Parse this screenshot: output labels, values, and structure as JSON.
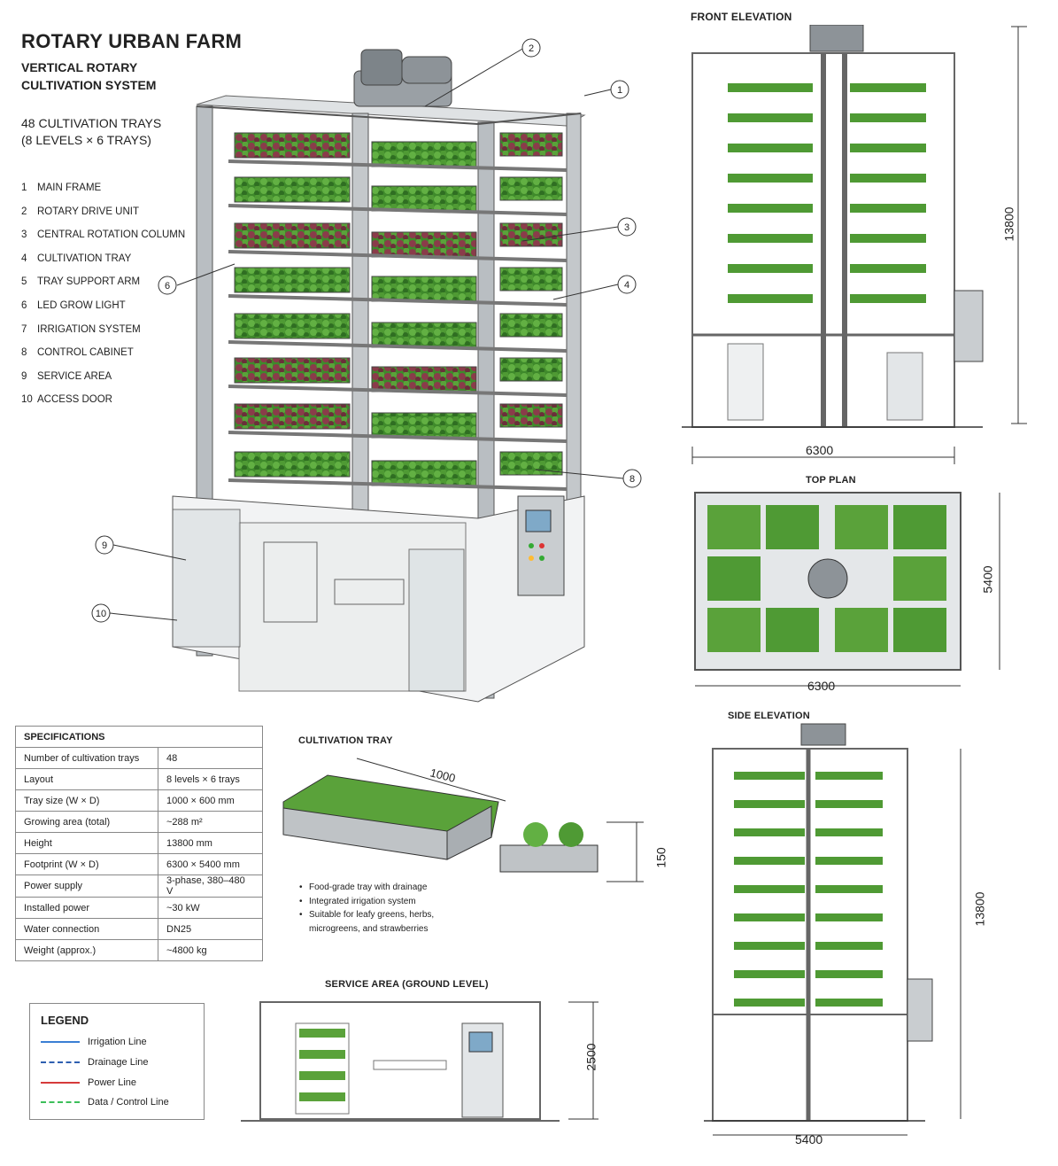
{
  "header": {
    "title": "ROTARY URBAN FARM",
    "subtitle": "VERTICAL ROTARY CULTIVATION SYSTEM",
    "trays_line1": "48 CULTIVATION TRAYS",
    "trays_line2": "(8 LEVELS × 6 TRAYS)"
  },
  "parts": [
    {
      "num": "1",
      "label": "MAIN FRAME"
    },
    {
      "num": "2",
      "label": "ROTARY DRIVE UNIT"
    },
    {
      "num": "3",
      "label": "CENTRAL ROTATION COLUMN"
    },
    {
      "num": "4",
      "label": "CULTIVATION TRAY"
    },
    {
      "num": "5",
      "label": "TRAY SUPPORT ARM"
    },
    {
      "num": "6",
      "label": "LED GROW LIGHT"
    },
    {
      "num": "7",
      "label": "IRRIGATION SYSTEM"
    },
    {
      "num": "8",
      "label": "CONTROL CABINET"
    },
    {
      "num": "9",
      "label": "SERVICE AREA"
    },
    {
      "num": "10",
      "label": "ACCESS DOOR"
    }
  ],
  "callouts": [
    "1",
    "2",
    "3",
    "4",
    "6",
    "8",
    "9",
    "10"
  ],
  "views": {
    "front": {
      "label": "FRONT ELEVATION",
      "width": "6300",
      "height": "13800"
    },
    "top": {
      "label": "TOP PLAN",
      "width": "6300",
      "depth": "5400"
    },
    "side": {
      "label": "SIDE ELEVATION",
      "width": "5400",
      "height": "13800"
    },
    "tray": {
      "label": "CULTIVATION TRAY",
      "length": "1000",
      "height": "150"
    },
    "service": {
      "label": "SERVICE AREA (GROUND LEVEL)",
      "height": "2500"
    }
  },
  "tray_notes": [
    "Food-grade tray with drainage",
    "Integrated irrigation system",
    "Suitable for leafy greens, herbs, microgreens, and strawberries"
  ],
  "specs": {
    "header": "SPECIFICATIONS",
    "rows": [
      [
        "Number of cultivation trays",
        "48"
      ],
      [
        "Layout",
        "8 levels × 6 trays"
      ],
      [
        "Tray size (W × D)",
        "1000 × 600 mm"
      ],
      [
        "Growing area (total)",
        "~288 m²"
      ],
      [
        "Height",
        "13800 mm"
      ],
      [
        "Footprint (W × D)",
        "6300 × 5400 mm"
      ],
      [
        "Power supply",
        "3-phase, 380–480 V"
      ],
      [
        "Installed power",
        "~30 kW"
      ],
      [
        "Water connection",
        "DN25"
      ],
      [
        "Weight (approx.)",
        "~4800 kg"
      ]
    ]
  },
  "legend": {
    "title": "LEGEND",
    "items": [
      {
        "label": "Irrigation Line",
        "color": "#3b7fd4",
        "style": "solid"
      },
      {
        "label": "Drainage Line",
        "color": "#2e5fb0",
        "style": "dashed"
      },
      {
        "label": "Power Line",
        "color": "#d63b3b",
        "style": "solid"
      },
      {
        "label": "Data / Control Line",
        "color": "#3cbf5a",
        "style": "dashed"
      }
    ]
  },
  "colors": {
    "frame": "#8a8f94",
    "plant": "#4f9a34",
    "plant_dark": "#2f6e22",
    "plant_red": "#8a3c4a"
  }
}
